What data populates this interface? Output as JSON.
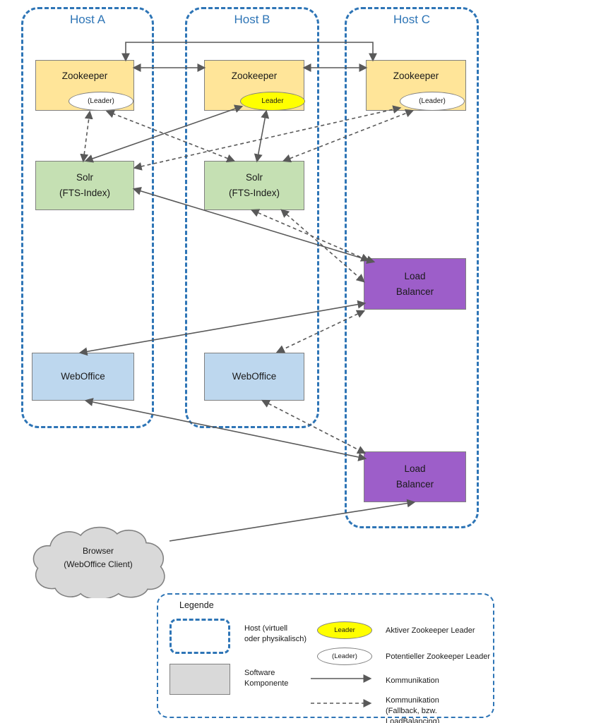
{
  "colors": {
    "host-border": "#2E75B6",
    "host-label": "#2E75B6",
    "zk-fill": "#FFE599",
    "solr-fill": "#C5E0B3",
    "wo-fill": "#BDD7EE",
    "lb-fill": "#9D5EC9",
    "cloud-fill": "#D9D9D9",
    "leader-active": "#FFFF00",
    "leader-potential": "#FFFFFF",
    "node-border": "#808080",
    "arrow": "#595959"
  },
  "hosts": {
    "a": {
      "label": "Host A"
    },
    "b": {
      "label": "Host B"
    },
    "c": {
      "label": "Host C"
    }
  },
  "nodes": {
    "zookeeper_a": {
      "label": "Zookeeper",
      "badge": "(Leader)"
    },
    "zookeeper_b": {
      "label": "Zookeeper",
      "badge": "Leader"
    },
    "zookeeper_c": {
      "label": "Zookeeper",
      "badge": "(Leader)"
    },
    "solr_a": {
      "label": "Solr\n(FTS-Index)"
    },
    "solr_b": {
      "label": "Solr\n(FTS-Index)"
    },
    "load_balancer_top": {
      "label": "Load\nBalancer"
    },
    "load_balancer_bottom": {
      "label": "Load\nBalancer"
    },
    "weboffice_a": {
      "label": "WebOffice"
    },
    "weboffice_b": {
      "label": "WebOffice"
    },
    "browser": {
      "label": "Browser\n(WebOffice Client)"
    }
  },
  "edges": [
    {
      "from": "zookeeper-a",
      "to": "zookeeper-c",
      "style": "solid",
      "arrows": "both"
    },
    {
      "from": "zookeeper-a",
      "to": "zookeeper-b",
      "style": "solid",
      "arrows": "both"
    },
    {
      "from": "zookeeper-b",
      "to": "zookeeper-c",
      "style": "solid",
      "arrows": "both"
    },
    {
      "from": "solr-a",
      "to": "zookeeper-b-leader",
      "style": "solid",
      "arrows": "both"
    },
    {
      "from": "solr-b",
      "to": "zookeeper-b-leader",
      "style": "solid",
      "arrows": "both"
    },
    {
      "from": "solr-a",
      "to": "zookeeper-a-leader",
      "style": "dashed",
      "arrows": "both"
    },
    {
      "from": "solr-b",
      "to": "zookeeper-a-leader",
      "style": "dashed",
      "arrows": "both"
    },
    {
      "from": "solr-a",
      "to": "zookeeper-c-leader",
      "style": "dashed",
      "arrows": "both"
    },
    {
      "from": "solr-b",
      "to": "zookeeper-c-leader",
      "style": "dashed",
      "arrows": "both"
    },
    {
      "from": "solr-a",
      "to": "load-balancer-top",
      "style": "solid",
      "arrows": "both"
    },
    {
      "from": "solr-b",
      "to": "load-balancer-top",
      "style": "dashed",
      "arrows": "both"
    },
    {
      "from": "load-balancer-top",
      "to": "weboffice-a",
      "style": "solid",
      "arrows": "both"
    },
    {
      "from": "load-balancer-top",
      "to": "weboffice-b",
      "style": "dashed",
      "arrows": "both"
    },
    {
      "from": "weboffice-a",
      "to": "load-balancer-bottom",
      "style": "solid",
      "arrows": "both"
    },
    {
      "from": "weboffice-b",
      "to": "load-balancer-bottom",
      "style": "dashed",
      "arrows": "both"
    },
    {
      "from": "browser",
      "to": "load-balancer-bottom",
      "style": "solid",
      "arrows": "end"
    }
  ],
  "legend": {
    "title": "Legende",
    "host": "Host (virtuell\noder physikalisch)",
    "software": "Software\nKomponente",
    "active_badge": "Leader",
    "active_label": "Aktiver Zookeeper Leader",
    "potential_badge": "(Leader)",
    "potential_label": "Potentieller Zookeeper Leader",
    "communication": "Kommunikation",
    "communication_fallback": "Kommunikation\n(Fallback, bzw. LoadBalancing)"
  }
}
